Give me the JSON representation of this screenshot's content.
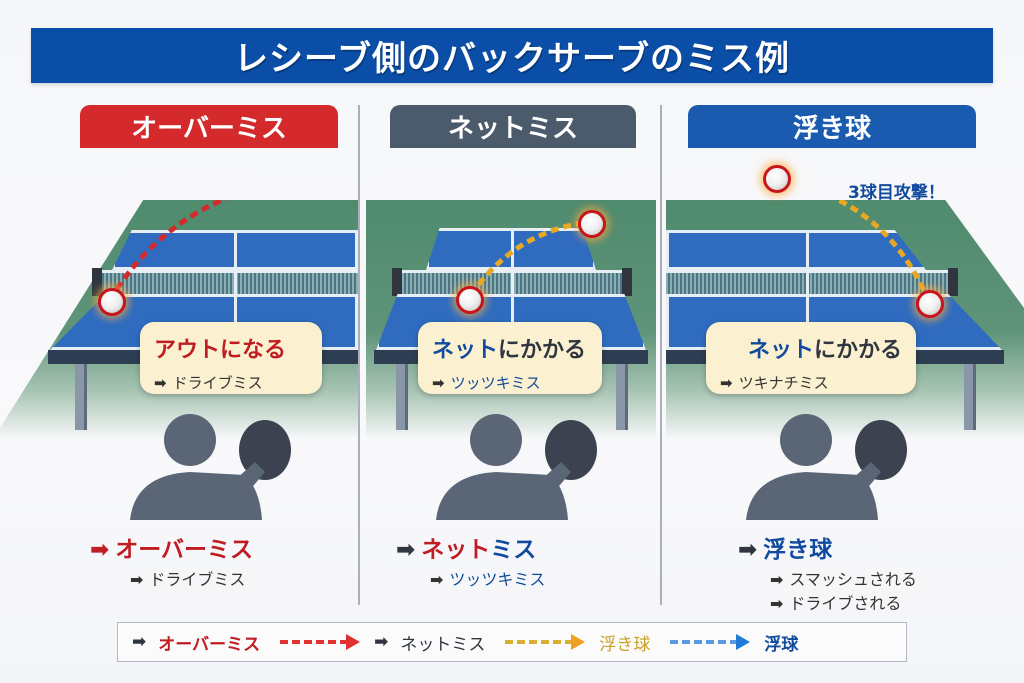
{
  "title": "レシーブ側のバックサーブのミス例",
  "panels": [
    {
      "header": "オーバーミス",
      "header_color": "#d42a2b",
      "bubble": {
        "main_colored": "アウト",
        "main_rest": "になる",
        "sub_arrow": "➡",
        "sub": "ドライブミス"
      },
      "trajectory_color": "#d42a2b",
      "result": {
        "arrow": "➡",
        "main": "オーバーミス",
        "sub_arrow": "➡",
        "sub": "ドライブミス"
      }
    },
    {
      "header": "ネットミス",
      "header_color": "#4c5b6c",
      "bubble": {
        "main_colored": "ネット",
        "main_rest": "にかかる",
        "sub_arrow": "➡",
        "sub": "ツッツキミス"
      },
      "trajectory_color": "#e9a824",
      "result": {
        "arrow": "➡",
        "main_red": "ネット",
        "main_blue": "ミス",
        "sub_arrow": "➡",
        "sub": "ツッツキミス"
      }
    },
    {
      "header": "浮き球",
      "header_color": "#1a5bb0",
      "callout": "3球目攻撃！",
      "bubble": {
        "main_colored": "ネット",
        "main_rest": "にかかる",
        "sub_arrow": "➡",
        "sub": "ツキナチミス"
      },
      "trajectory_color": "#e9a824",
      "result": {
        "arrow": "➡",
        "main": "浮き球",
        "sub_arrow": "➡",
        "sub": "スマッシュされる",
        "sub2_arrow": "➡",
        "sub2": "ドライブされる"
      }
    }
  ],
  "legend": {
    "items": [
      {
        "arrow": "➡",
        "label": "オーバーミス",
        "color": "#c01d22",
        "dash_color": "#e03030"
      },
      {
        "arrow": "➡",
        "label": "ネットミス",
        "color": "#2f3640",
        "dash_color": "#e9a824"
      },
      {
        "label": "浮き球",
        "color": "#c9a020",
        "dash_color": "#4a8ee0"
      },
      {
        "label": "浮球",
        "color": "#124b9e"
      }
    ]
  }
}
